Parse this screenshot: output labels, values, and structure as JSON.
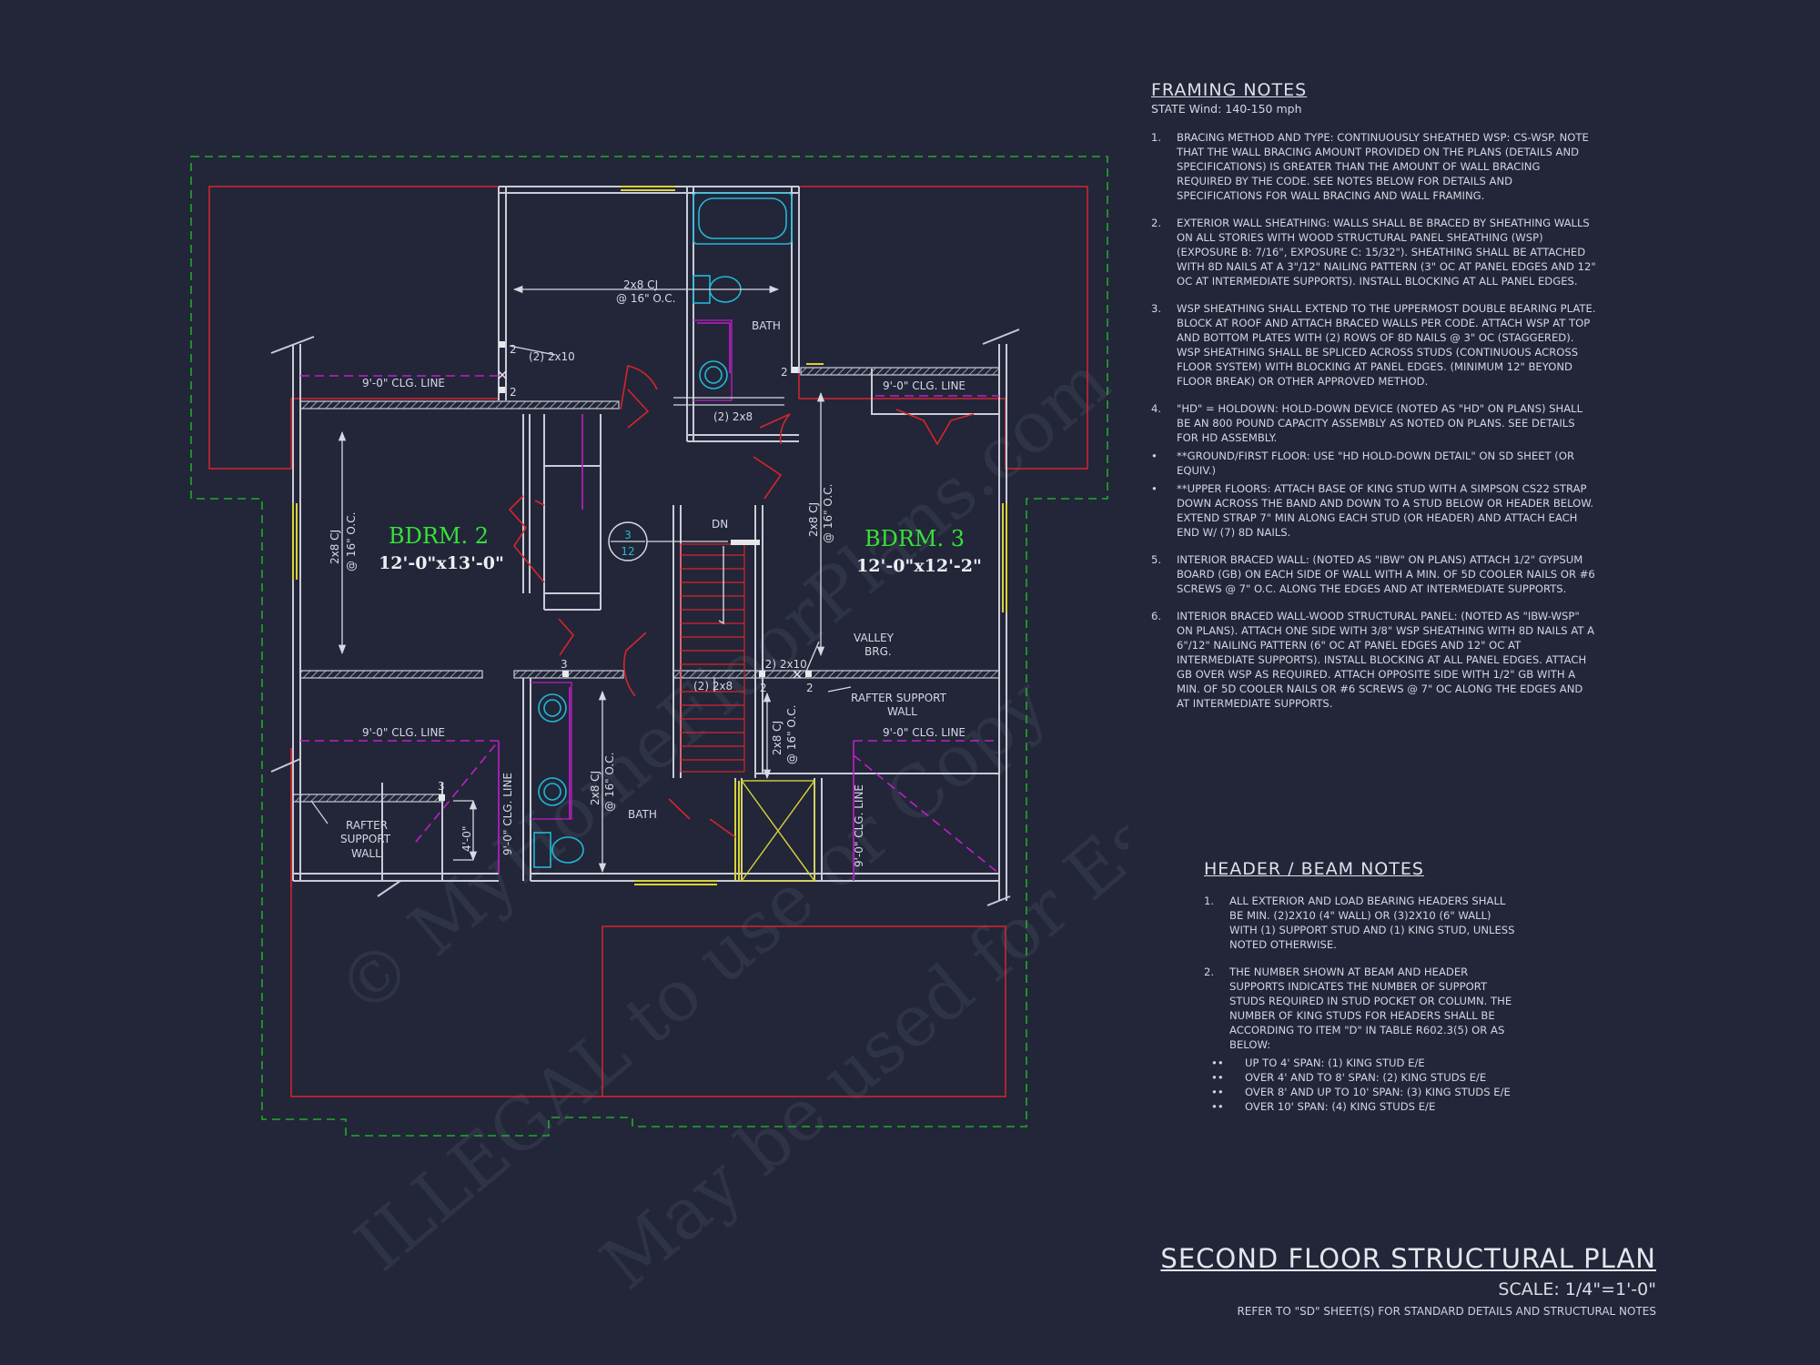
{
  "watermark": {
    "line1": "© MyHomeFloorPlans.com",
    "line2": "ILLEGAL to use or Copy",
    "line3": "May be used for Estimating Only"
  },
  "plan": {
    "rooms": {
      "bdrm2_name": "BDRM. 2",
      "bdrm2_size": "12'-0\"x13'-0\"",
      "bdrm3_name": "BDRM. 3",
      "bdrm3_size": "12'-0\"x12'-2\"",
      "bath_top": "BATH",
      "bath_bottom": "BATH"
    },
    "labels": {
      "clg_top_left": "9'-0\" CLG. LINE",
      "clg_top_right": "9'-0\" CLG. LINE",
      "clg_bottom_left": "9'-0\" CLG. LINE",
      "clg_bottom_right": "9'-0\" CLG. LINE",
      "clg_vert_left": "9'-0\" CLG. LINE",
      "clg_vert_right": "9'-0\" CLG. LINE",
      "cj_top_1": "2x8 CJ",
      "cj_top_2": "@ 16\" O.C.",
      "cj_left_1": "2x8 CJ",
      "cj_left_2": "@ 16\" O.C.",
      "cj_right_1": "2x8 CJ",
      "cj_right_2": "@ 16\" O.C.",
      "cj_bath_1": "2x8 CJ",
      "cj_bath_2": "@ 16\" O.C.",
      "cj_stair_1": "2x8 CJ",
      "cj_stair_2": "@ 16\" O.C.",
      "hdr_2x10_top": "(2) 2x10",
      "hdr_2x8_bath": "(2) 2x8",
      "hdr_2x10_mid": "(2) 2x10",
      "hdr_2x8_mid": "(2) 2x8",
      "dn": "DN",
      "pitch_top": "3",
      "pitch_bottom": "12",
      "valley_1": "VALLEY",
      "valley_2": "BRG.",
      "rafter_right_1": "RAFTER SUPPORT",
      "rafter_right_2": "WALL",
      "rafter_left_1": "RAFTER",
      "rafter_left_2": "SUPPORT",
      "rafter_left_3": "WALL",
      "dim_4ft": "4'-0\"",
      "n2a": "2",
      "n2b": "2",
      "n2c": "2",
      "n2d": "2",
      "n2e": "2",
      "n3a": "3",
      "n3b": "3"
    }
  },
  "framing_notes": {
    "title": "FRAMING NOTES",
    "subtitle": "STATE Wind: 140-150 mph",
    "items": [
      {
        "num": "1.",
        "text": "BRACING METHOD AND TYPE: CONTINUOUSLY SHEATHED WSP: CS-WSP. NOTE THAT THE WALL BRACING AMOUNT PROVIDED ON THE PLANS (DETAILS AND SPECIFICATIONS) IS GREATER THAN THE AMOUNT OF WALL BRACING REQUIRED BY THE CODE. SEE NOTES BELOW FOR DETAILS AND SPECIFICATIONS FOR WALL BRACING AND WALL FRAMING."
      },
      {
        "num": "2.",
        "text": "EXTERIOR WALL SHEATHING: WALLS SHALL BE BRACED BY SHEATHING WALLS ON ALL STORIES WITH WOOD STRUCTURAL PANEL SHEATHING (WSP) (EXPOSURE B: 7/16\", EXPOSURE C: 15/32\"). SHEATHING SHALL BE ATTACHED WITH 8d NAILS AT A 3\"/12\" NAILING PATTERN (3\" OC AT PANEL EDGES AND 12\" OC AT INTERMEDIATE SUPPORTS). INSTALL BLOCKING AT ALL PANEL EDGES."
      },
      {
        "num": "3.",
        "text": "WSP SHEATHING SHALL EXTEND TO THE UPPERMOST DOUBLE BEARING PLATE. BLOCK AT ROOF AND ATTACH BRACED WALLS PER CODE. ATTACH WSP AT TOP AND BOTTOM PLATES WITH (2) ROWS OF 8d NAILS @ 3\" OC (STAGGERED). WSP SHEATHING SHALL BE SPLICED ACROSS STUDS (CONTINUOUS ACROSS FLOOR SYSTEM) WITH BLOCKING AT PANEL EDGES. (MINIMUM 12\" BEYOND FLOOR BREAK) OR OTHER APPROVED METHOD."
      },
      {
        "num": "4.",
        "text": "\"HD\" = HOLDOWN: HOLD-DOWN DEVICE (NOTED AS \"HD\" ON PLANS) SHALL BE AN 800 POUND CAPACITY ASSEMBLY AS NOTED ON PLANS. SEE DETAILS FOR HD ASSEMBLY."
      },
      {
        "num": "•",
        "text": "**GROUND/FIRST FLOOR: USE \"HD HOLD-DOWN DETAIL\" ON SD SHEET (OR EQUIV.)",
        "bullet": true
      },
      {
        "num": "•",
        "text": "**UPPER FLOORS: ATTACH BASE OF KING STUD WITH A SIMPSON CS22 STRAP DOWN ACROSS THE BAND AND DOWN TO A STUD BELOW OR HEADER BELOW. EXTEND STRAP 7\" MIN ALONG EACH STUD (OR HEADER) AND ATTACH EACH END W/ (7) 8d NAILS.",
        "bullet": true
      },
      {
        "num": "5.",
        "text": "INTERIOR BRACED WALL: (NOTED AS \"IBW\" ON PLANS) ATTACH 1/2\" GYPSUM BOARD (GB) ON EACH SIDE OF WALL WITH A MIN. OF 5d COOLER NAILS OR #6 SCREWS @ 7\" O.C. ALONG THE EDGES AND AT INTERMEDIATE SUPPORTS."
      },
      {
        "num": "6.",
        "text": "INTERIOR BRACED WALL-WOOD STRUCTURAL PANEL: (NOTED AS \"IBW-WSP\" ON PLANS). ATTACH ONE SIDE WITH 3/8\" WSP SHEATHING WITH 8d NAILS AT A 6\"/12\" NAILING PATTERN (6\" OC AT PANEL EDGES AND 12\" OC AT INTERMEDIATE SUPPORTS). INSTALL BLOCKING AT ALL PANEL EDGES. ATTACH GB OVER WSP AS REQUIRED. ATTACH OPPOSITE SIDE WITH 1/2\" GB WITH A MIN. OF 5d COOLER NAILS OR #6 SCREWS @ 7\" OC ALONG THE EDGES AND AT INTERMEDIATE SUPPORTS."
      }
    ]
  },
  "header_notes": {
    "title": "HEADER / BEAM NOTES",
    "items": [
      {
        "num": "1.",
        "text": "ALL EXTERIOR AND LOAD BEARING HEADERS SHALL BE MIN. (2)2x10 (4\" WALL) OR (3)2x10 (6\" WALL) WITH (1) SUPPORT STUD AND (1) KING STUD, UNLESS NOTED OTHERWISE."
      },
      {
        "num": "2.",
        "text": "THE NUMBER SHOWN AT BEAM AND HEADER SUPPORTS INDICATES THE NUMBER OF SUPPORT STUDS REQUIRED IN STUD POCKET OR COLUMN. THE NUMBER OF KING STUDS FOR HEADERS SHALL BE ACCORDING TO ITEM \"d\" IN TABLE R602.3(5) OR AS BELOW:"
      }
    ],
    "subitems": [
      {
        "num": "••",
        "text": "UP TO 4' SPAN: (1) KING STUD E/E"
      },
      {
        "num": "••",
        "text": "OVER 4' AND TO 8' SPAN: (2) KING STUDS E/E"
      },
      {
        "num": "••",
        "text": "OVER 8' AND UP TO 10' SPAN: (3) KING STUDS E/E"
      },
      {
        "num": "••",
        "text": "OVER 10' SPAN: (4) KING STUDS E/E"
      }
    ]
  },
  "title_block": {
    "title": "SECOND FLOOR STRUCTURAL PLAN",
    "scale": "SCALE: 1/4\"=1'-0\"",
    "reference": "REFER TO \"SD\" SHEET(S) FOR STANDARD DETAILS AND STRUCTURAL NOTES"
  },
  "colors": {
    "background": "#222638",
    "wall": "#c9ccd6",
    "roof_edge": "#d8242f",
    "dashed_outline": "#1faa2a",
    "ceiling_line": "#c01fc8",
    "fixture": "#22b8d6",
    "window": "#d8d23a",
    "room_name": "#39e03a"
  }
}
